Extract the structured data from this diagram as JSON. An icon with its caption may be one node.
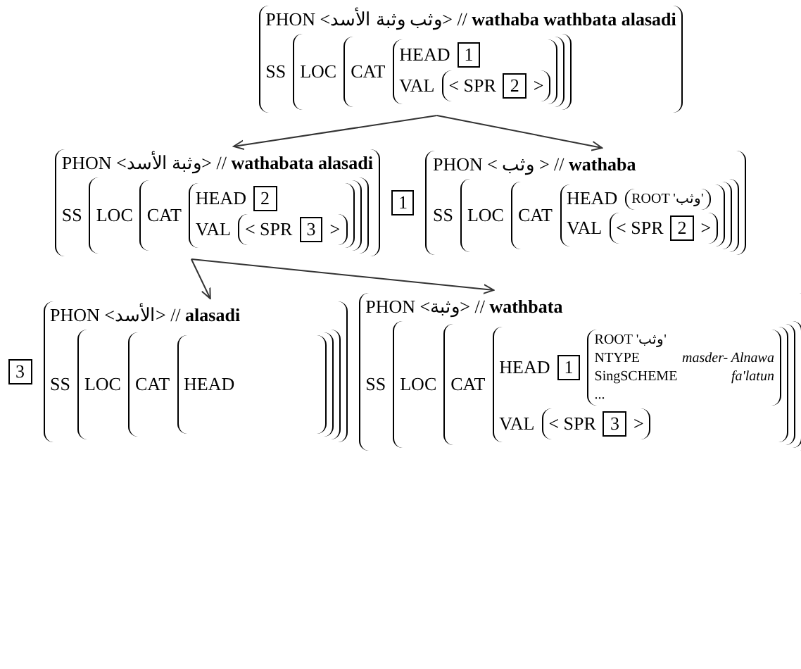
{
  "diagram": {
    "nodes": [
      {
        "text": [
          "PHON <وثب وثبة الأسد> // **wathaba wathbata alasadi**",
          "SS"
        ]
      },
      {
        "text": [
          "LOC"
        ],
        "in": 0
      },
      {
        "text": [
          "CAT"
        ],
        "in": 1
      },
      {
        "text": [
          "HEAD",
          "VAL"
        ],
        "in": 2
      },
      {
        "text": [
          "1"
        ],
        "in": 3
      },
      {
        "text": [
          "< SPR",
          ">"
        ],
        "in": 3
      },
      {
        "text": [
          "2"
        ],
        "in": 5
      },
      {
        "text": [
          "PHON <وثبة الأسد> // **wathabata alasadi**",
          "SS"
        ]
      },
      {
        "text": [
          "LOC"
        ],
        "in": 7
      },
      {
        "text": [
          "CAT"
        ],
        "in": 8
      },
      {
        "text": [
          "HEAD",
          "VAL"
        ],
        "in": 9
      },
      {
        "text": [
          "2"
        ],
        "in": 10
      },
      {
        "text": [
          "< SPR",
          ">"
        ],
        "in": 10
      },
      {
        "text": [
          "3"
        ],
        "in": 12
      },
      {
        "text": [
          "1"
        ]
      },
      {
        "text": [
          "PHON < وثب > // **wathaba**",
          "SS"
        ]
      },
      {
        "text": [
          "LOC"
        ],
        "in": 15
      },
      {
        "text": [
          "CAT"
        ],
        "in": 16
      },
      {
        "text": [
          "HEAD",
          "VAL"
        ],
        "in": 17
      },
      {
        "text": [
          "ROOT 'وثب'"
        ],
        "in": 18
      },
      {
        "text": [
          "< SPR",
          ">"
        ],
        "in": 18
      },
      {
        "text": [
          "2"
        ],
        "in": 20
      },
      {
        "text": [
          "3"
        ]
      },
      {
        "text": [
          "PHON <الأسد> // **alasadi**",
          "SS"
        ]
      },
      {
        "text": [
          "LOC"
        ],
        "in": 23
      },
      {
        "text": [
          "CAT"
        ],
        "in": 24
      },
      {
        "text": [
          "HEAD"
        ],
        "in": 25
      },
      {
        "text": [
          "PHON <وثبة> // **wathbata**",
          "SS"
        ]
      },
      {
        "text": [
          "LOC"
        ],
        "in": 27
      },
      {
        "text": [
          "CAT"
        ],
        "in": 28
      },
      {
        "text": [
          "HEAD",
          "VAL"
        ],
        "in": 29
      },
      {
        "text": [
          "1"
        ],
        "in": 30
      },
      {
        "text": [
          "ROOT 'وثب'",
          "NTYPE",
          "masder- Alnawa",
          "SingSCHEME",
          "fa'latun",
          "..."
        ],
        "in": 30
      },
      {
        "text": [
          "< SPR",
          ">"
        ],
        "in": 30
      },
      {
        "text": [
          "3"
        ],
        "in": 33
      }
    ],
    "edges": [
      {
        "from": 0,
        "to": 7,
        "arrow": "to"
      },
      {
        "from": 0,
        "to": 15,
        "arrow": "to"
      },
      {
        "from": 7,
        "to": 23,
        "arrow": "to"
      },
      {
        "from": 7,
        "to": 27,
        "arrow": "to"
      }
    ]
  }
}
